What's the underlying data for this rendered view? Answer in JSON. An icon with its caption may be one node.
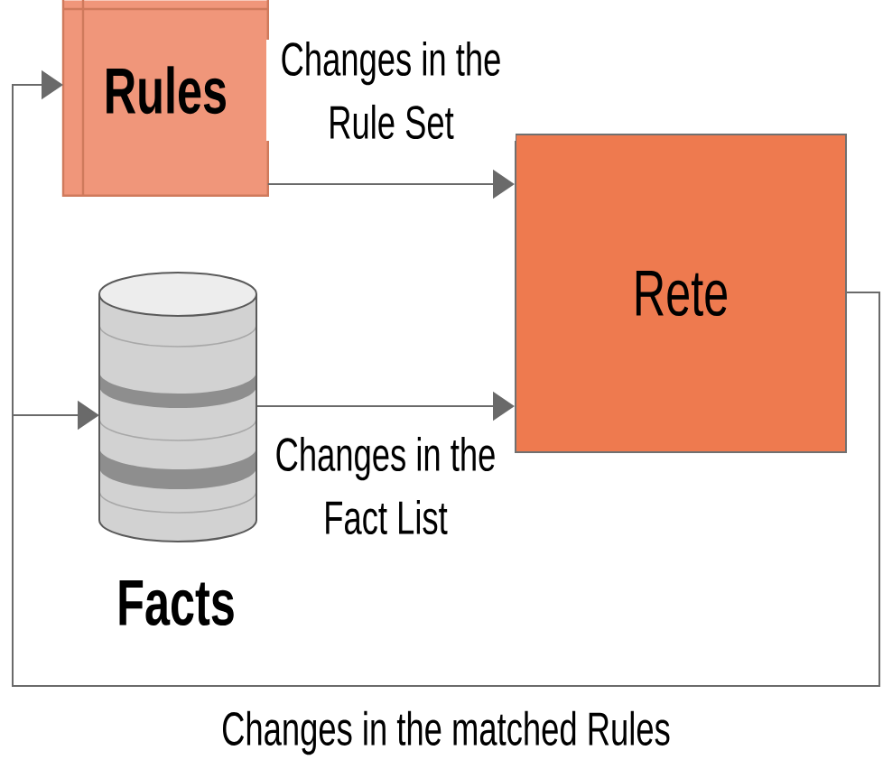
{
  "diagram": {
    "nodes": [
      {
        "text": [
          "Rules"
        ]
      },
      {
        "text": [
          "Rete"
        ]
      },
      {
        "text": [
          "Facts"
        ]
      }
    ],
    "edges": [
      {
        "from": 0,
        "to": 1,
        "arrow": "to",
        "label": "Changes in the Rule Set"
      },
      {
        "from": 2,
        "to": 1,
        "arrow": "to",
        "label": "Changes in the Fact List"
      },
      {
        "from": 1,
        "to": 0,
        "arrow": "to",
        "label": "Changes in the matched Rules"
      },
      {
        "from": 1,
        "to": 2,
        "arrow": "to"
      }
    ]
  }
}
